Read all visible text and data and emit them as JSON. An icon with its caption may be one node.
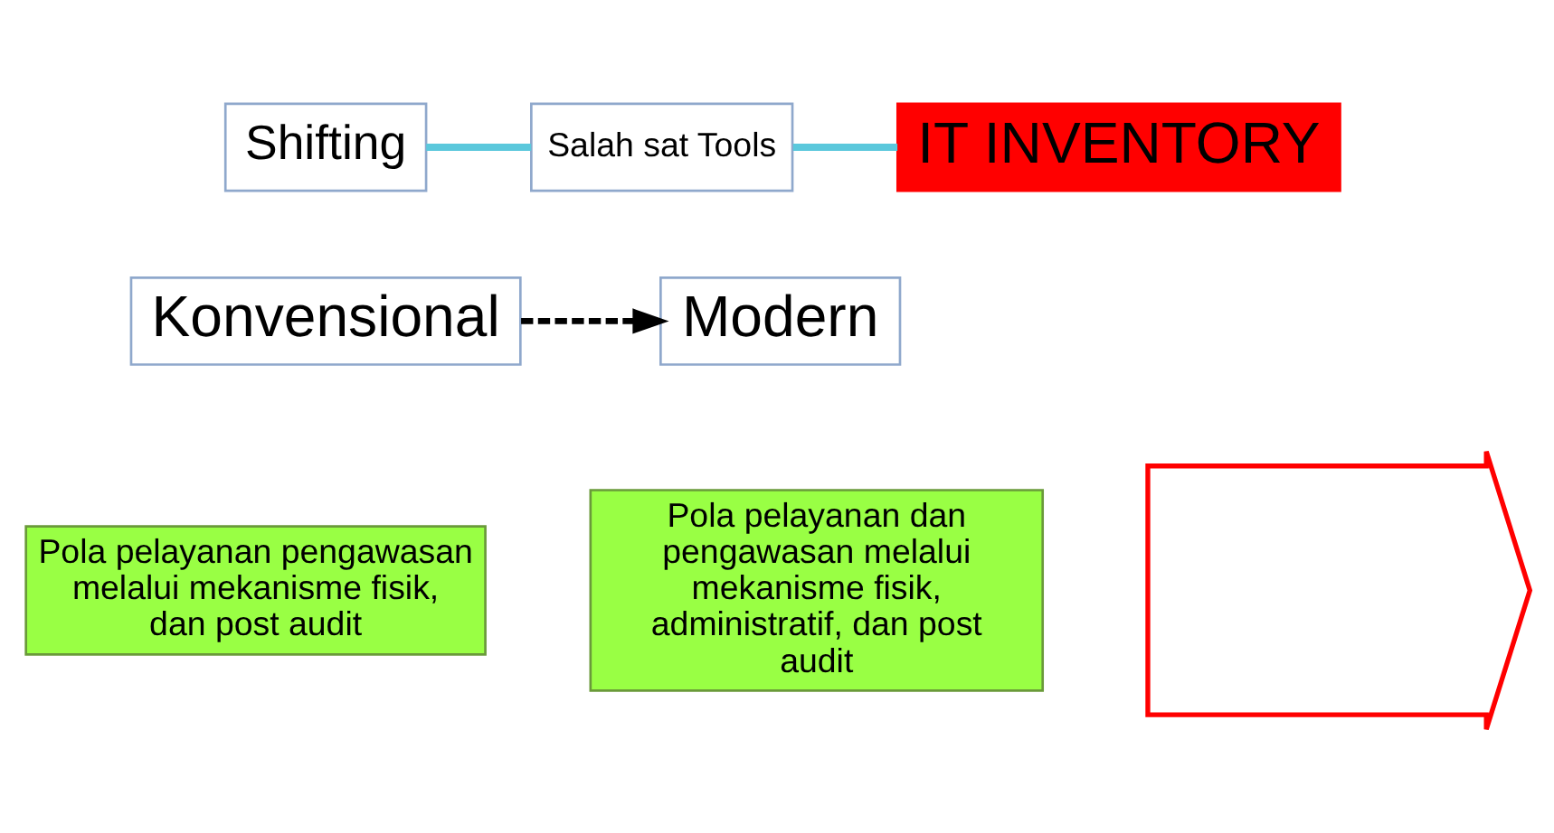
{
  "diagram": {
    "nodes": [
      {
        "text": [
          "Shifting"
        ]
      },
      {
        "text": [
          "Salah sat Tools"
        ]
      },
      {
        "text": [
          "IT INVENTORY"
        ]
      },
      {
        "text": [
          "Konvensional"
        ]
      },
      {
        "text": [
          "Modern"
        ]
      },
      {
        "text": [],
        "shape": "arrow"
      },
      {
        "text": [
          "Pola pelayanan pengawasan melalui mekanisme fisik, dan post audit"
        ]
      },
      {
        "text": [
          "Pola pelayanan dan pengawasan melalui mekanisme fisik, administratif, dan post audit"
        ]
      }
    ],
    "edges": [
      {
        "from": 0,
        "to": 1,
        "arrow": "none",
        "color": "#5bc8dc"
      },
      {
        "from": 1,
        "to": 2,
        "arrow": "none",
        "color": "#5bc8dc"
      },
      {
        "from": 3,
        "to": 4,
        "arrow": "to",
        "style": "dashed",
        "color": "#000000"
      }
    ]
  }
}
